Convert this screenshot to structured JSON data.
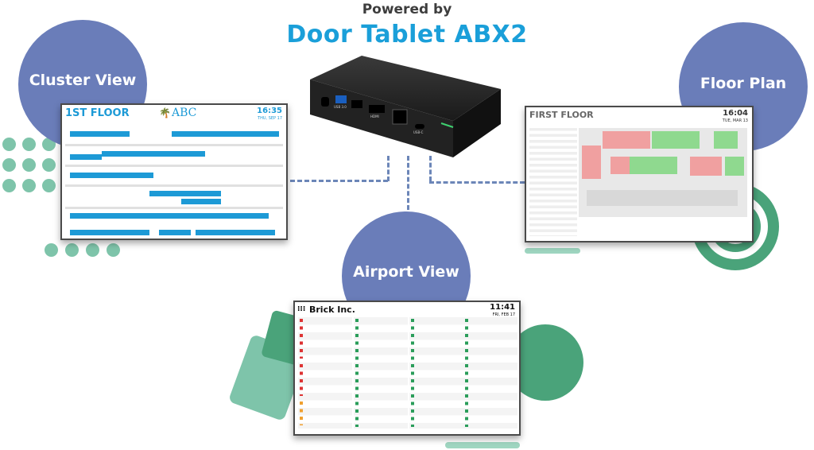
{
  "header": {
    "powered_by": "Powered by",
    "product": "Door Tablet ABX2"
  },
  "views": {
    "cluster": "Cluster View",
    "floor": "Floor Plan",
    "airport": "Airport View"
  },
  "cluster_screen": {
    "floor_title": "1ST FLOOR",
    "logo": "ABC",
    "time": "16:35",
    "date": "THU, SEP 17"
  },
  "floor_screen": {
    "title": "FIRST FLOOR",
    "time": "16:04",
    "date": "TUE, MAR 13"
  },
  "airport_screen": {
    "company": "Brick Inc.",
    "time": "11:41",
    "date": "FRI, FEB 17"
  },
  "device": {
    "port_usb": "USB 3.0",
    "port_hdmi": "HDMI",
    "port_usbc": "USB-C"
  },
  "colors": {
    "accent": "#1a9fd9",
    "circle": "#6a7db9",
    "green": "#4aa37a",
    "dots": "#7ec4aa"
  }
}
